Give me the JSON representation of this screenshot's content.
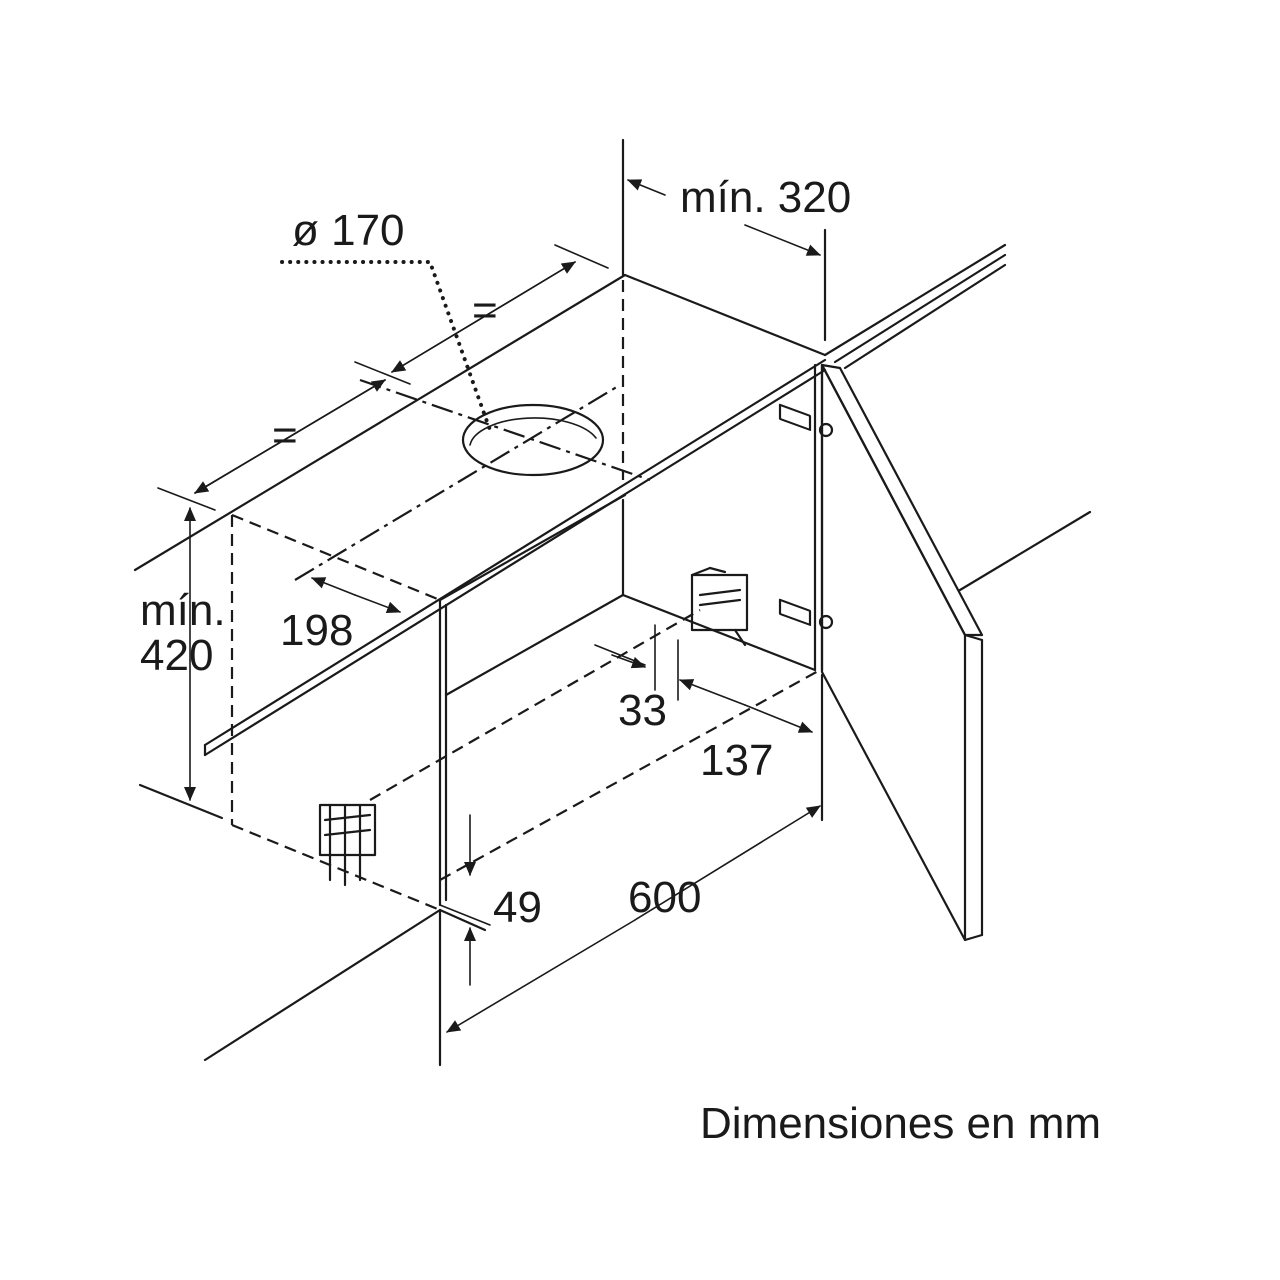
{
  "dimensions": {
    "diameter": "ø 170",
    "min_depth": "mín. 320",
    "equal_left": "=",
    "equal_right": "=",
    "min_height_line1": "mín.",
    "min_height_line2": "420",
    "offset_198": "198",
    "offset_33": "33",
    "offset_137": "137",
    "offset_49": "49",
    "width_600": "600"
  },
  "caption": "Dimensiones en mm"
}
